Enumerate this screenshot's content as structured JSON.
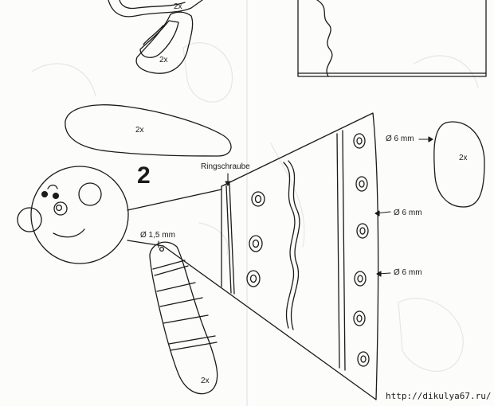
{
  "labels": {
    "qty_2x": "2x",
    "step_number": "2",
    "ring_screw": "Ringschraube",
    "diameter_6mm": "Ø 6 mm",
    "diameter_1_5mm": "Ø 1,5 mm"
  },
  "watermark": "http://dikulya67.ru/",
  "colors": {
    "ink": "#1b1b1b",
    "paper": "#fcfcfb",
    "faint": "#e9e9e7"
  }
}
